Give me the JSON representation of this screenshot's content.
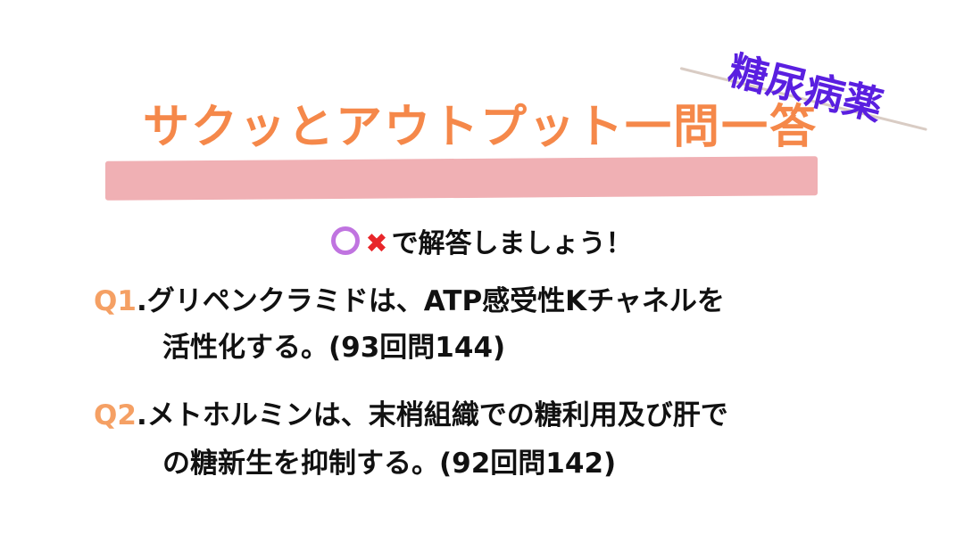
{
  "tag": "糖尿病薬",
  "title": "サクッとアウトプット一問一答",
  "subtitle": {
    "circle_icon": "circle-icon",
    "cross_icon": "cross-icon",
    "text": "で解答しましょう！"
  },
  "questions": [
    {
      "number": "Q1",
      "sep": ".",
      "line1": "グリペンクラミドは、ATP感受性Kチャネルを",
      "line2": "活性化する。(93回問144)"
    },
    {
      "number": "Q2",
      "sep": ".",
      "line1": "メトホルミンは、末梢組織での糖利用及び肝で",
      "line2": "の糖新生を抑制する。(92回問142)"
    }
  ],
  "colors": {
    "title": "#f5884a",
    "band": "#f0b0b4",
    "tag": "#5a1fe0",
    "circle": "#c074e0",
    "cross": "#e8262a",
    "qnum": "#f5a064"
  }
}
